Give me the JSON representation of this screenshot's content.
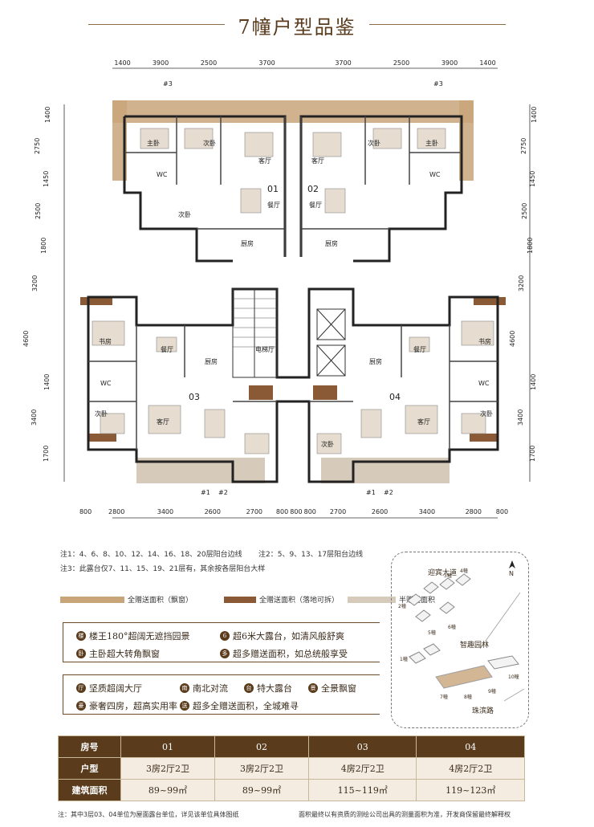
{
  "header": {
    "title": "7幢户型品鉴"
  },
  "dims": {
    "top": [
      "1400",
      "3900",
      "2500",
      "3700",
      "3700",
      "2500",
      "3900",
      "1400"
    ],
    "left": [
      "1400",
      "2750",
      "1450",
      "2500",
      "1800",
      "3200",
      "4600",
      "1400",
      "3400",
      "1700"
    ],
    "right": [
      "1400",
      "2750",
      "1450",
      "2500",
      "1800",
      "3200",
      "4600",
      "1400",
      "3400",
      "1700"
    ],
    "bottom": [
      "800",
      "2800",
      "3400",
      "2600",
      "2700",
      "800",
      "800",
      "800",
      "2700",
      "2600",
      "3400",
      "2800",
      "800"
    ]
  },
  "plan": {
    "units": [
      "01",
      "02",
      "03",
      "04"
    ],
    "marks": [
      "#3",
      "#3",
      "#1",
      "#2",
      "#1",
      "#2"
    ],
    "rooms": [
      "主卧",
      "次卧",
      "客厅",
      "餐厅",
      "厨房",
      "WC",
      "次卧",
      "客厅",
      "餐厅",
      "厨房",
      "WC",
      "主卧",
      "次卧",
      "电梯厅",
      "书房",
      "次卧",
      "客厅",
      "餐厅",
      "厨房",
      "WC",
      "书房",
      "次卧",
      "客厅",
      "餐厅",
      "厨房",
      "WC",
      "次卧"
    ]
  },
  "notes": {
    "line1a": "注1：4、6、8、10、12、14、16、18、20层阳台边线",
    "line1b": "注2：5、9、13、17层阳台边线",
    "line2": "注3：此露台仅7、11、15、19、21层有，其余按各层阳台大样"
  },
  "legend": [
    {
      "color": "#c9a57a",
      "label": "全赠送面积（飘窗）"
    },
    {
      "color": "#8a5a36",
      "label": "全赠送面积（落地可拆）"
    },
    {
      "color": "#d6cbbb",
      "label": "半赠送面积"
    }
  ],
  "features_a": [
    {
      "icon": "楼",
      "text": "楼王180°超阔无遮挡园景"
    },
    {
      "icon": "6",
      "text": "超6米大露台，如清风般舒爽"
    },
    {
      "icon": "卧",
      "text": "主卧超大转角飘窗"
    },
    {
      "icon": "多",
      "text": "超多赠送面积，如总统般享受"
    }
  ],
  "features_b": [
    {
      "icon": "厅",
      "text": "坚质超阔大厅"
    },
    {
      "icon": "南",
      "text": "南北对流"
    },
    {
      "icon": "台",
      "text": "特大露台"
    },
    {
      "icon": "景",
      "text": "全景飘窗"
    },
    {
      "icon": "豪",
      "text": "豪奢四房，超高实用率"
    },
    {
      "icon": "送",
      "text": "超多全赠送面积，全城难寻"
    }
  ],
  "map": {
    "road_top": "迎宾大道",
    "park": "智趣园林",
    "road_bottom": "珠滨路",
    "north": "N",
    "buildings": [
      "1幢",
      "2幢",
      "3幢",
      "4幢",
      "5幢",
      "6幢",
      "7幢",
      "8幢",
      "9幢",
      "10幢"
    ]
  },
  "table": {
    "headers": [
      "房号",
      "户型",
      "建筑面积"
    ],
    "rows": [
      [
        "01",
        "02",
        "03",
        "04"
      ],
      [
        "3房2厅2卫",
        "3房2厅2卫",
        "4房2厅2卫",
        "4房2厅2卫"
      ],
      [
        "89~99㎡",
        "89~99㎡",
        "115~119㎡",
        "119~123㎡"
      ]
    ]
  },
  "footer": {
    "left": "注：其中3层03、04单位为屋面露台单位，详见该单位具体图纸",
    "right": "面积最终以有资质的测绘公司出具的测量面积为准，开发商保留最终解释权"
  }
}
